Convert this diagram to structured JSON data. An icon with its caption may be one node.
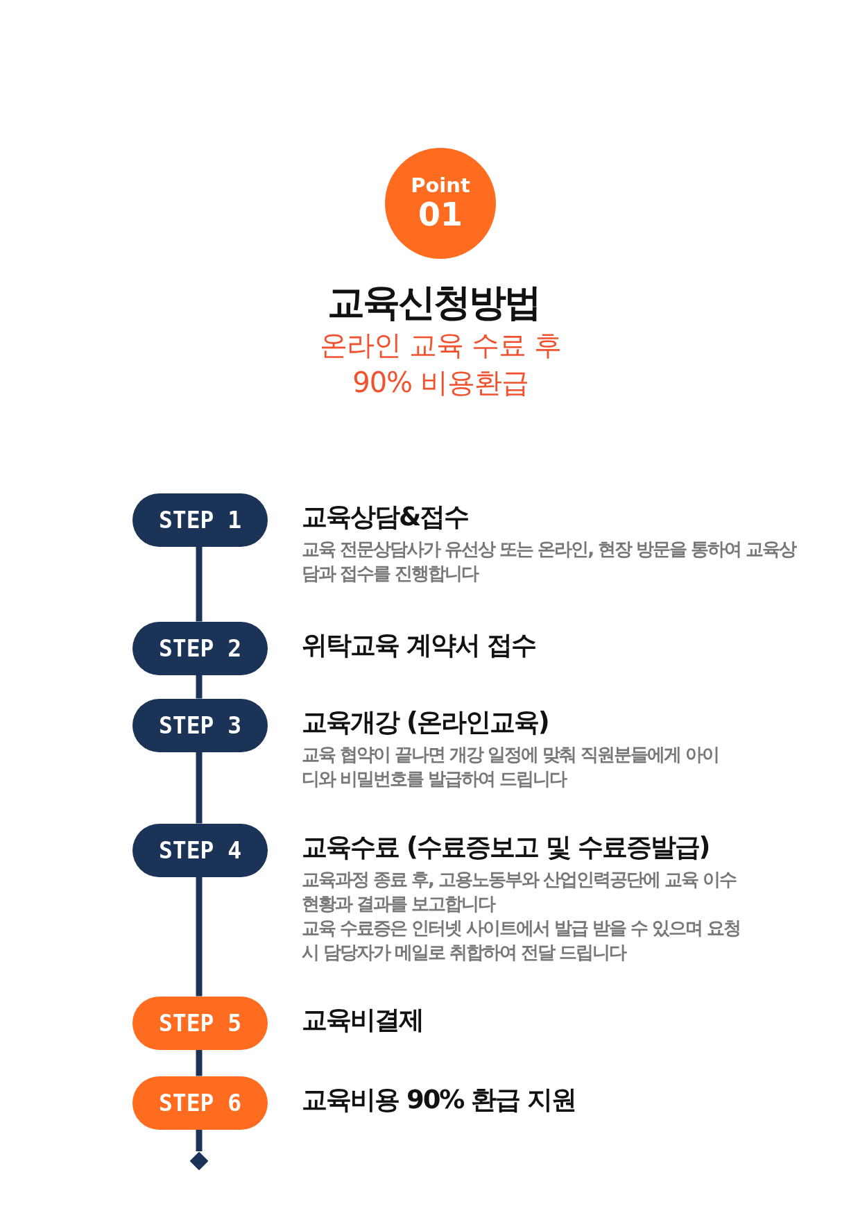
{
  "diagram": {
    "title": "교육신청방법",
    "nodes": [
      {
        "text": [
          "Point",
          "01"
        ]
      },
      {
        "text": [
          "STEP 1"
        ],
        "beside": [
          "교육상담&접수",
          "교육 전문상담사가 유선상 또는 온라인, 현장 방문을 통하여 교육상담과 접수를 진행합니다"
        ]
      },
      {
        "text": [
          "STEP 2"
        ],
        "beside": [
          "위탁교육 계약서 접수"
        ]
      },
      {
        "text": [
          "STEP 3"
        ],
        "beside": [
          "교육개강 (온라인교육)",
          "교육 협약이 끝나면 개강 일정에 맞춰 직원분들에게 아이디와 비밀번호를 발급하여 드립니다"
        ]
      },
      {
        "text": [
          "STEP 4"
        ],
        "beside": [
          "교육수료 (수료증보고 및 수료증발급)",
          "교육과정 종료 후, 고용노동부와 산업인력공단에 교육 이수 현황과 결과를 보고합니다",
          "교육 수료증은 인터넷 사이트에서 발급 받을 수 있으며 요청시 담당자가 메일로 취합하여 전달 드립니다"
        ]
      },
      {
        "text": [
          "STEP 5"
        ],
        "beside": [
          "교육비결제"
        ]
      },
      {
        "text": [
          "STEP 6"
        ],
        "beside": [
          "교육비용 90% 환급 지원"
        ]
      },
      {
        "text": [],
        "shape": "diamond"
      }
    ],
    "edges": [
      {
        "from": 1,
        "to": 2,
        "arrow": "none"
      },
      {
        "from": 2,
        "to": 3,
        "arrow": "none"
      },
      {
        "from": 3,
        "to": 4,
        "arrow": "none"
      },
      {
        "from": 4,
        "to": 5,
        "arrow": "none"
      },
      {
        "from": 5,
        "to": 6,
        "arrow": "none"
      },
      {
        "from": 6,
        "to": 7,
        "arrow": "none"
      }
    ],
    "labels": [
      "온라인 교육 수료 후 90% 비용환급"
    ]
  }
}
